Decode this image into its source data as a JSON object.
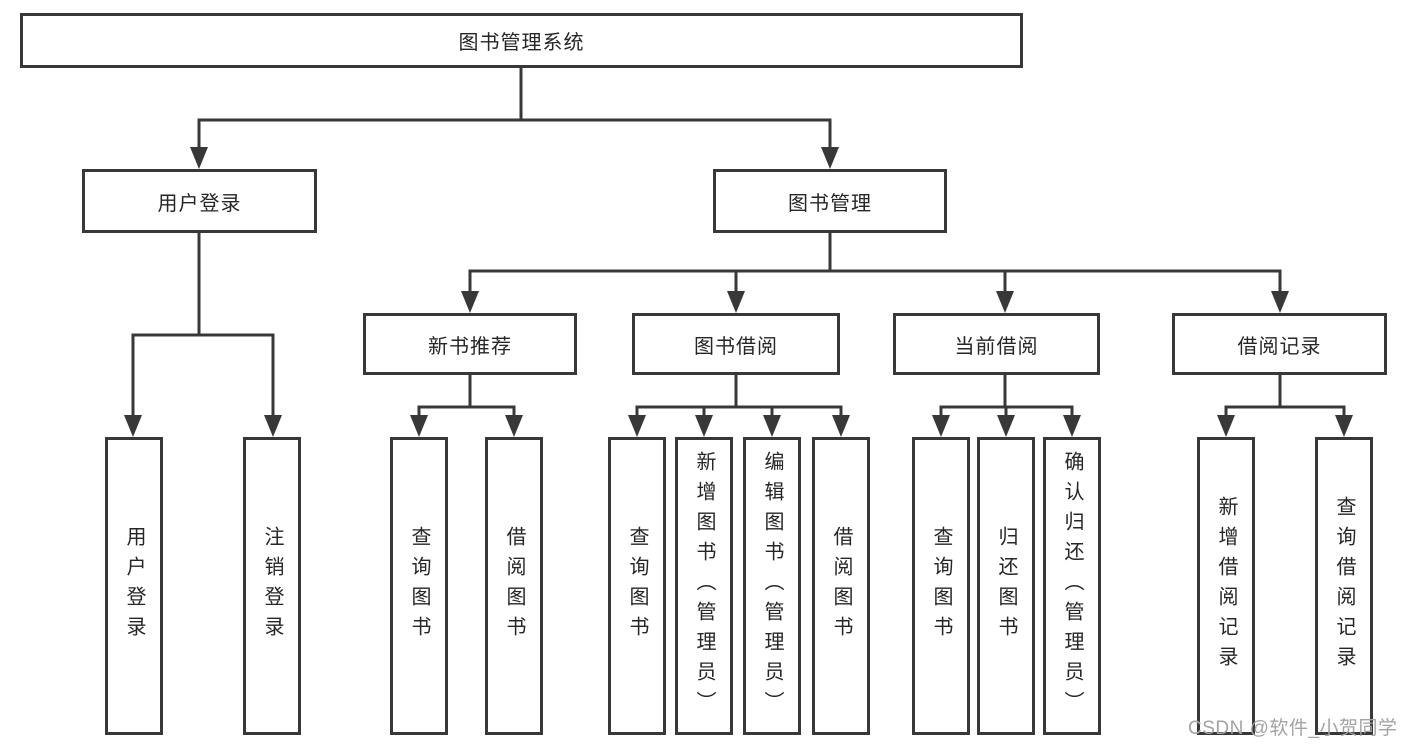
{
  "tree": {
    "label": "图书管理系统",
    "children": [
      {
        "label": "用户登录",
        "children": [
          {
            "label": "用户登录"
          },
          {
            "label": "注销登录"
          }
        ]
      },
      {
        "label": "图书管理",
        "children": [
          {
            "label": "新书推荐",
            "children": [
              {
                "label": "查询图书"
              },
              {
                "label": "借阅图书"
              }
            ]
          },
          {
            "label": "图书借阅",
            "children": [
              {
                "label": "查询图书"
              },
              {
                "label": "新增图书（管理员）"
              },
              {
                "label": "编辑图书（管理员）"
              },
              {
                "label": "借阅图书"
              }
            ]
          },
          {
            "label": "当前借阅",
            "children": [
              {
                "label": "查询图书"
              },
              {
                "label": "归还图书"
              },
              {
                "label": "确认归还（管理员）"
              }
            ]
          },
          {
            "label": "借阅记录",
            "children": [
              {
                "label": "新增借阅记录"
              },
              {
                "label": "查询借阅记录"
              }
            ]
          }
        ]
      }
    ]
  },
  "watermark": {
    "text": "CSDN @软件_小贺同学",
    "color": "#a3a3a3"
  },
  "colors": {
    "line": "#383838",
    "text": "#262626",
    "background": "#ffffff"
  }
}
